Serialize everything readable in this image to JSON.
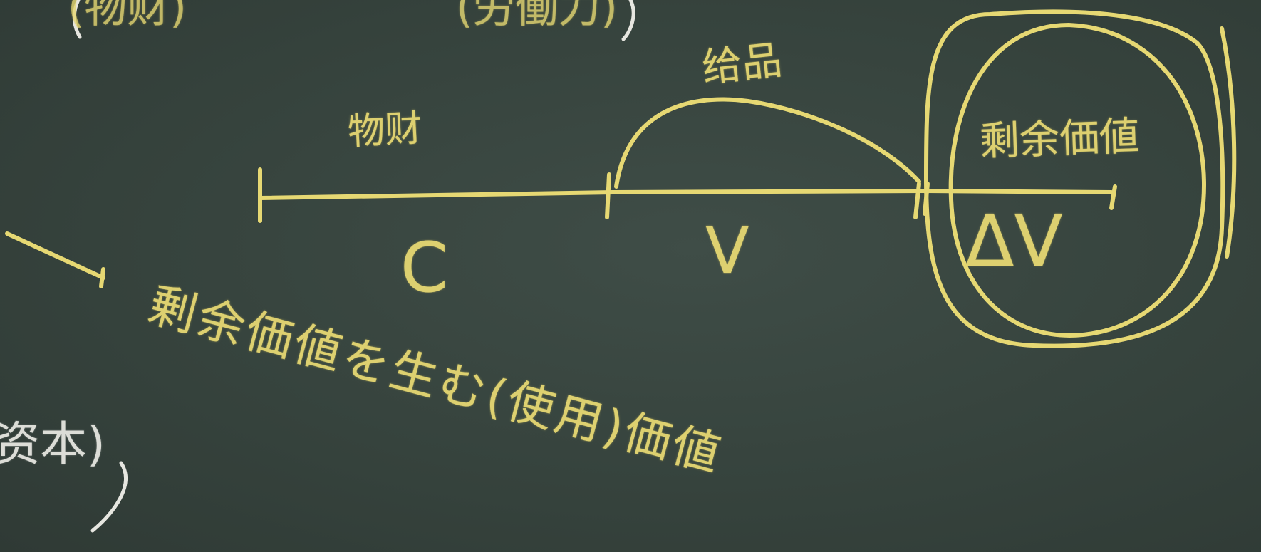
{
  "board": {
    "colors": {
      "board": "#37453f",
      "chalk_yellow": "#e6d873",
      "chalk_white": "#e6e6e0"
    }
  },
  "labels": {
    "materials": "物财",
    "wages": "给品",
    "surplus_circled": "剩余価値",
    "constant_capital": "C",
    "variable_capital": "V",
    "surplus_value_symbol": "ΔV",
    "sentence": "剰余価値を生む(使用)価値",
    "partial_top_left": "(物财)",
    "partial_top_mid": "(労働力)",
    "partial_bottom_left": "资本)"
  }
}
